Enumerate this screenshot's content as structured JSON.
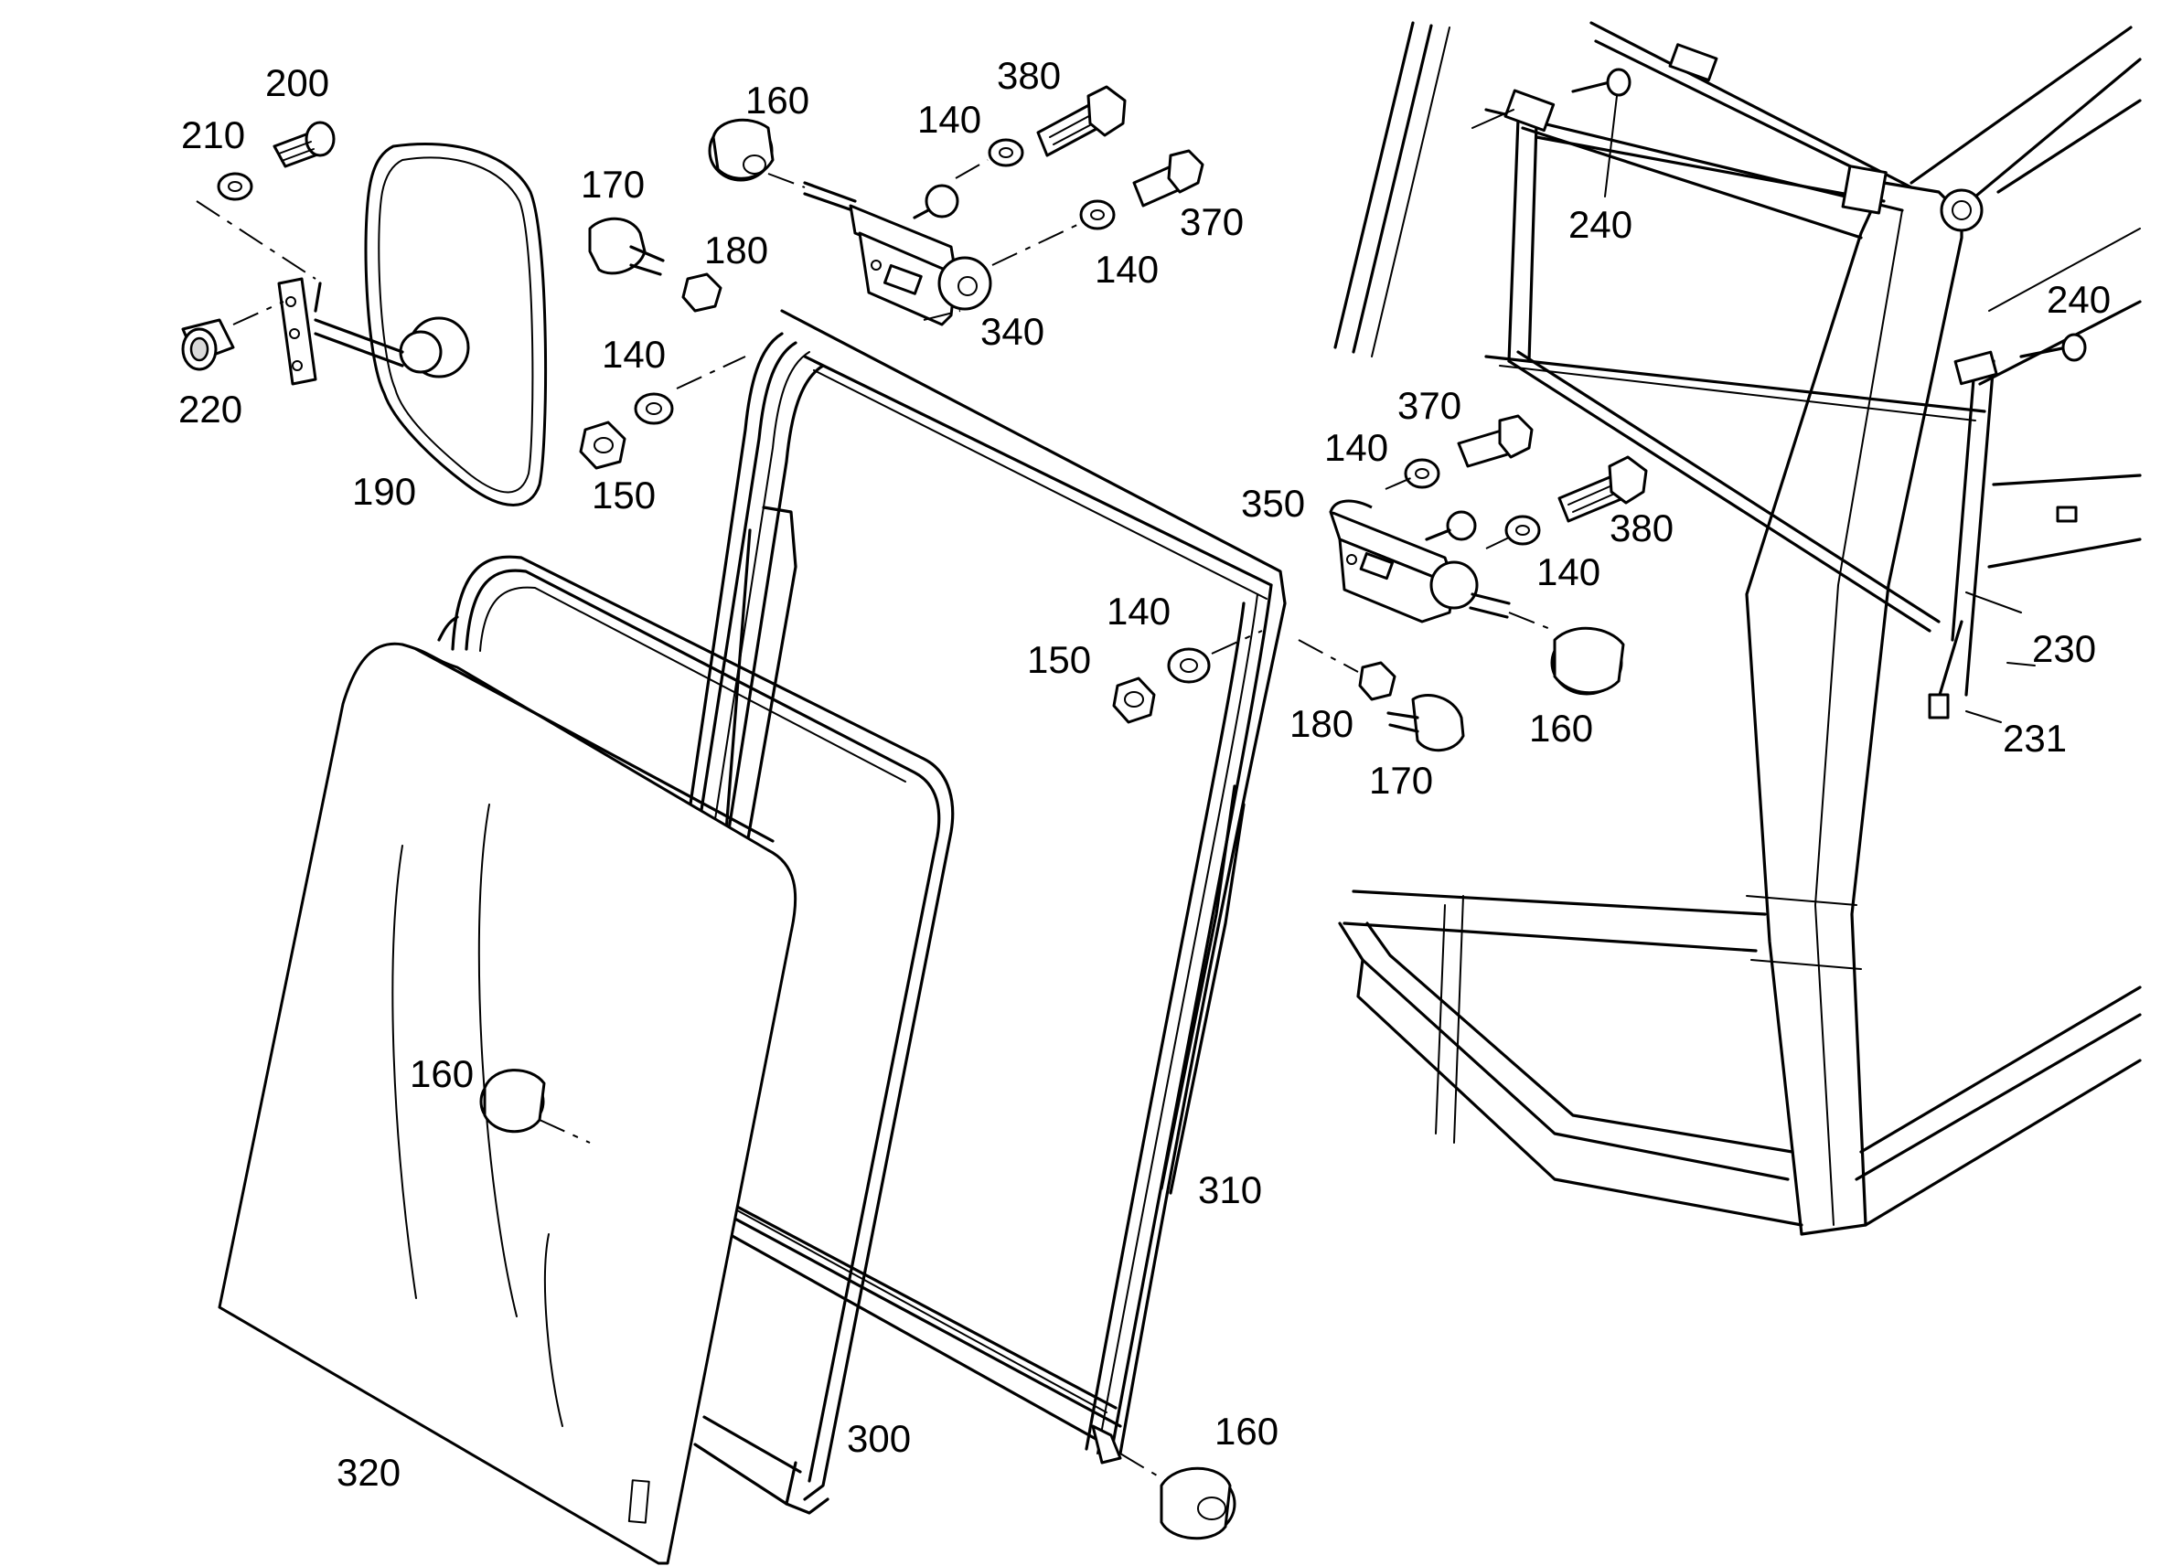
{
  "labels": {
    "l200": "200",
    "l210": "210",
    "l220": "220",
    "l190": "190",
    "l170a": "170",
    "l180a": "180",
    "l140a": "140",
    "l150a": "150",
    "l160a": "160",
    "l140b": "140",
    "l380a": "380",
    "l370a": "370",
    "l140c": "140",
    "l340": "340",
    "l240a": "240",
    "l240b": "240",
    "l370b": "370",
    "l140d": "140",
    "l350": "350",
    "l380b": "380",
    "l140e": "140",
    "l140f": "140",
    "l150b": "150",
    "l180b": "180",
    "l160b": "160",
    "l170b": "170",
    "l230": "230",
    "l231": "231",
    "l160c": "160",
    "l310": "310",
    "l300": "300",
    "l320": "320",
    "l160d": "160"
  }
}
